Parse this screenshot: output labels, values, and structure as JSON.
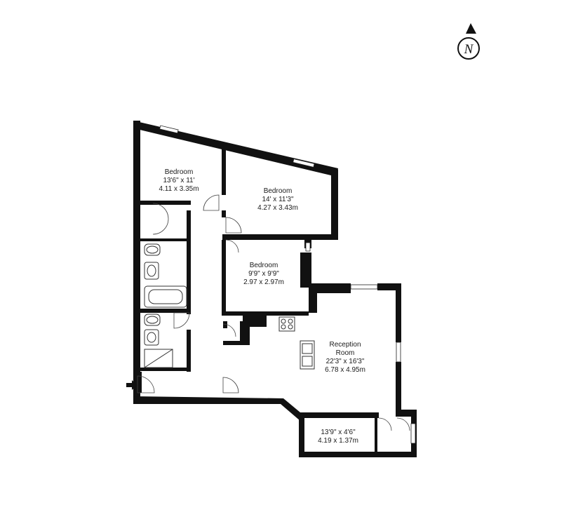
{
  "compass": {
    "letter": "N",
    "icon": "north-arrow-icon"
  },
  "rooms": [
    {
      "id": "bedroom-1",
      "name_lines": [
        "Bedroom"
      ],
      "imperial": "13'6\" x 11'",
      "metric": "4.11 x 3.35m"
    },
    {
      "id": "bedroom-2",
      "name_lines": [
        "Bedroom"
      ],
      "imperial": "14' x 11'3\"",
      "metric": "4.27 x 3.43m"
    },
    {
      "id": "bedroom-3",
      "name_lines": [
        "Bedroom"
      ],
      "imperial": "9'9\" x 9'9\"",
      "metric": "2.97 x 2.97m"
    },
    {
      "id": "reception",
      "name_lines": [
        "Reception",
        "Room"
      ],
      "imperial": "22'3\" x 16'3\"",
      "metric": "6.78 x 4.95m"
    },
    {
      "id": "balcony",
      "name_lines": [],
      "imperial": "13'9\" x 4'6\"",
      "metric": "4.19 x 1.37m"
    }
  ],
  "entrance": {
    "icon": "entrance-arrow-icon"
  },
  "colors": {
    "wall": "#111111",
    "background": "#ffffff"
  }
}
